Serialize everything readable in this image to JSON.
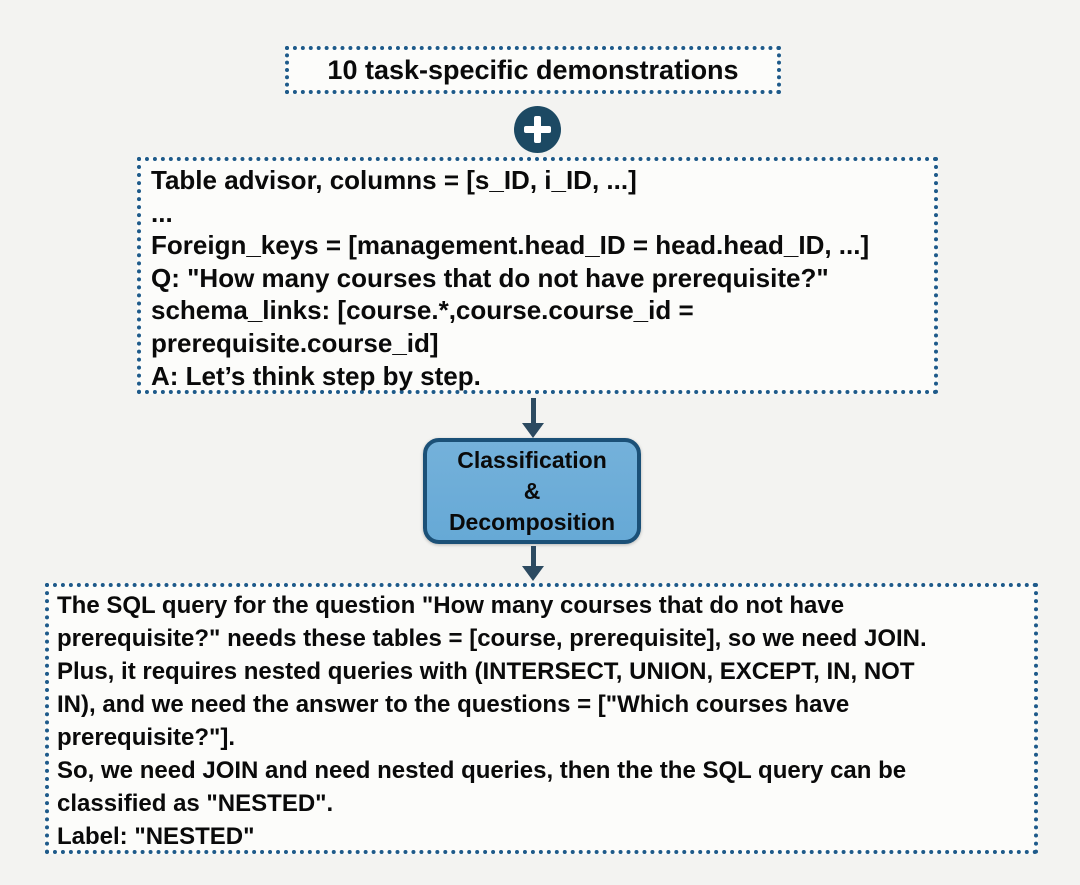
{
  "colors": {
    "border_blue": "#1e5a8a",
    "circle_fill": "#1c4963",
    "process_fill": "#66a9d6",
    "process_fill_light": "#74b1da",
    "process_border": "#1b5077",
    "arrow": "#2c4a61",
    "page_bg": "#f3f3f1",
    "box_bg": "#fcfcfa",
    "text": "#0a0a0a"
  },
  "demos_box": {
    "label": "10 task-specific demonstrations"
  },
  "connector": {
    "icon": "plus-circle"
  },
  "prompt_box": {
    "lines": [
      "Table advisor, columns = [s_ID, i_ID, ...]",
      "...",
      "Foreign_keys = [management.head_ID = head.head_ID, ...]",
      "Q: \"How many courses that do not have prerequisite?\"",
      "schema_links: [course.*,course.course_id =",
      "prerequisite.course_id]",
      "A: Let’s think step by step."
    ]
  },
  "process_box": {
    "line1": "Classification",
    "line2": "&",
    "line3": "Decomposition"
  },
  "output_box": {
    "lines": [
      "The SQL query for the question \"How many courses that do not have",
      "prerequisite?\" needs these tables = [course, prerequisite], so we need JOIN.",
      "Plus, it requires nested queries with (INTERSECT, UNION, EXCEPT, IN, NOT",
      "IN), and we need the answer to the questions = [\"Which courses have",
      "prerequisite?\"].",
      "So, we need JOIN and need nested queries, then the the SQL query can be",
      "classified as \"NESTED\".",
      "Label: \"NESTED\""
    ]
  }
}
